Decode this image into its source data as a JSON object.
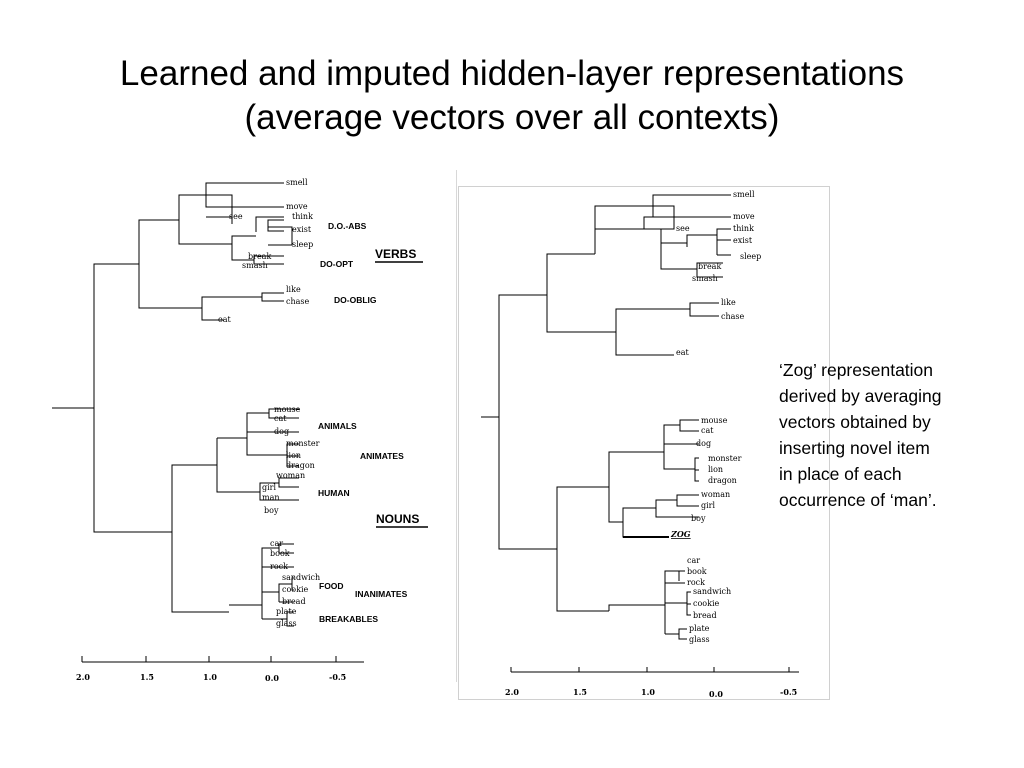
{
  "title": {
    "line1": "Learned and imputed hidden-layer representations",
    "line2": "(average vectors over all contexts)"
  },
  "left_tree": {
    "leaves": [
      "smell",
      "move",
      "see",
      "think",
      "exist",
      "sleep",
      "break",
      "smash",
      "like",
      "chase",
      "eat",
      "mouse",
      "cat",
      "dog",
      "monster",
      "lion",
      "dragon",
      "woman",
      "girl",
      "man",
      "boy",
      "car",
      "book",
      "rock",
      "sandwich",
      "cookie",
      "bread",
      "plate",
      "glass"
    ],
    "group_labels": {
      "do_abs": "D.O.-ABS",
      "do_opt": "DO-OPT",
      "do_oblig": "DO-OBLIG",
      "verbs": "VERBS",
      "animals": "ANIMALS",
      "animates": "ANIMATES",
      "human": "HUMAN",
      "nouns": "NOUNS",
      "food": "FOOD",
      "inanimates": "INANIMATES",
      "breakables": "BREAKABLES"
    },
    "axis_ticks": [
      "2.0",
      "1.5",
      "1.0",
      "0.0",
      "-0.5"
    ]
  },
  "right_tree": {
    "leaves": [
      "smell",
      "move",
      "see",
      "think",
      "exist",
      "sleep",
      "break",
      "smash",
      "like",
      "chase",
      "eat",
      "mouse",
      "cat",
      "dog",
      "monster",
      "lion",
      "dragon",
      "woman",
      "girl",
      "boy",
      "ZOG",
      "car",
      "book",
      "rock",
      "sandwich",
      "cookie",
      "bread",
      "plate",
      "glass"
    ],
    "axis_ticks": [
      "2.0",
      "1.5",
      "1.0",
      "0.0",
      "-0.5"
    ]
  },
  "note": {
    "lines": [
      "‘Zog’ representation",
      "derived by averaging",
      "vectors obtained by",
      "inserting novel item",
      "in place of each",
      "occurrence of ‘man’."
    ]
  }
}
